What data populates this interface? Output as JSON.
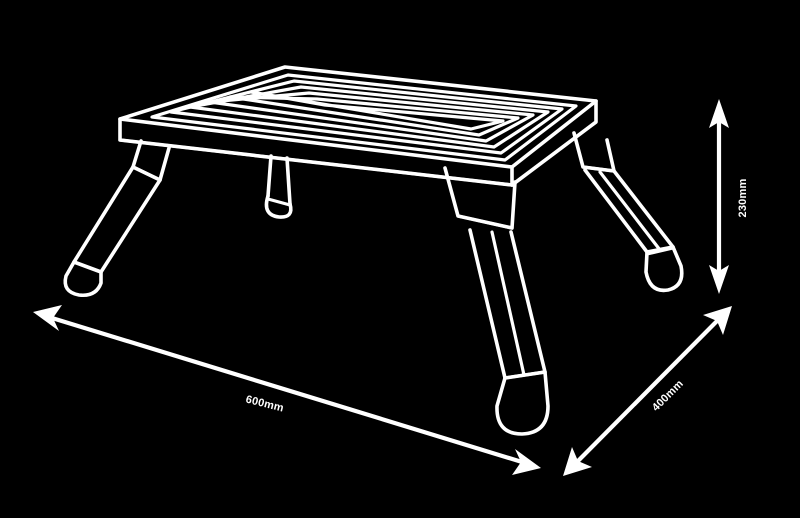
{
  "drawing": {
    "title": "Folding step stool dimension drawing",
    "background_color": "#000000",
    "line_color": "#ffffff",
    "product": "folding-step-stool",
    "view": "isometric"
  },
  "dimensions": {
    "height": {
      "label": "230mm",
      "axis": "vertical",
      "position": "right",
      "orientation_deg": -90
    },
    "length": {
      "label": "600mm",
      "axis": "diagonal-left",
      "position": "bottom-left",
      "orientation_deg": 14
    },
    "depth": {
      "label": "400mm",
      "axis": "diagonal-right",
      "position": "bottom-right",
      "orientation_deg": -48
    }
  },
  "parts": {
    "tabletop_slats": 5,
    "legs": 4,
    "foot_caps": 4
  }
}
